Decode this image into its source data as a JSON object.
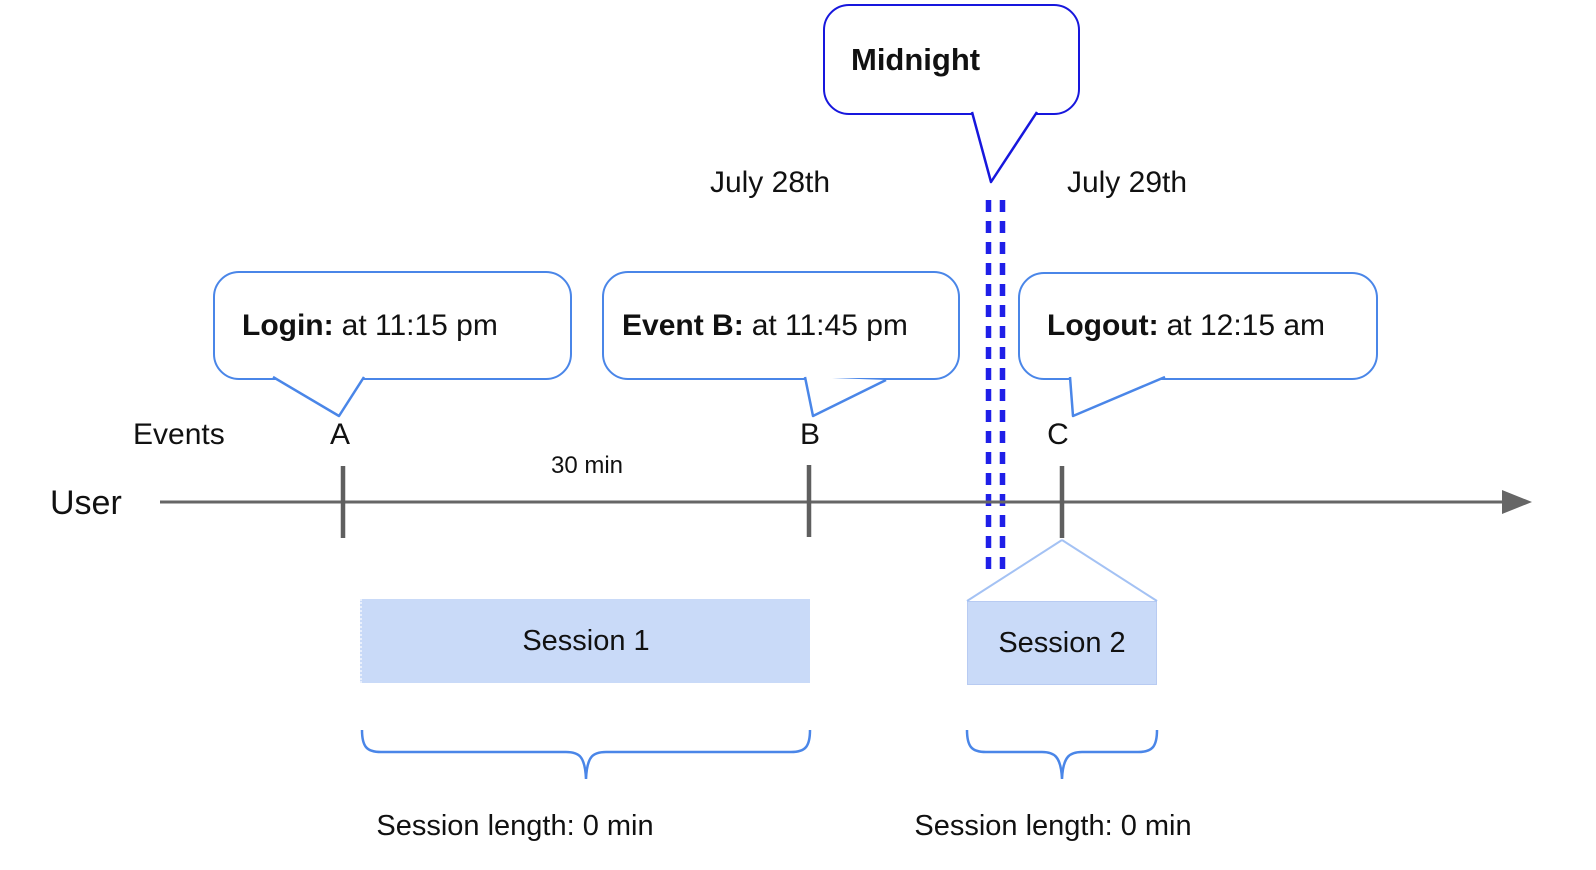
{
  "callouts": {
    "midnight": {
      "label": "Midnight"
    },
    "login": {
      "label": "Login:",
      "text": "at 11:15 pm"
    },
    "event_b": {
      "label": "Event B:",
      "text": "at 11:45 pm"
    },
    "logout": {
      "label": "Logout:",
      "text": "at 12:15 am"
    }
  },
  "dates": {
    "left": "July 28th",
    "right": "July 29th"
  },
  "axis": {
    "events_label": "Events",
    "user_label": "User",
    "interval_label": "30 min",
    "event_markers": [
      "A",
      "B",
      "C"
    ]
  },
  "sessions": [
    {
      "name": "Session 1",
      "length_label": "Session length: 0 min"
    },
    {
      "name": "Session 2",
      "length_label": "Session length: 0 min"
    }
  ],
  "colors": {
    "callout_border": "#4a86e8",
    "midnight_border": "#1717dd",
    "midnight_dashes": "#1f1fe8",
    "session_fill": "#c9daf8",
    "light_connector": "#a4c2f4",
    "brace": "#4a86e8",
    "timeline": "#666666"
  }
}
